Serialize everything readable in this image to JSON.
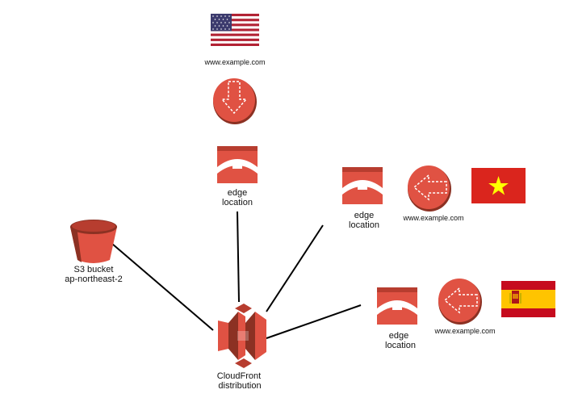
{
  "nodes": {
    "us_flag": {
      "country": "United States"
    },
    "us_site": {
      "label": "www.example.com"
    },
    "edge_top": {
      "label_line1": "edge",
      "label_line2": "location"
    },
    "edge_right_top": {
      "label_line1": "edge",
      "label_line2": "location"
    },
    "edge_right_bottom": {
      "label_line1": "edge",
      "label_line2": "location"
    },
    "vn_site": {
      "label": "www.example.com"
    },
    "vn_flag": {
      "country": "Vietnam"
    },
    "es_site": {
      "label": "www.example.com"
    },
    "es_flag": {
      "country": "Spain"
    },
    "s3": {
      "label_line1": "S3 bucket",
      "label_line2": "ap-northeast-2"
    },
    "cloudfront": {
      "label_line1": "CloudFront",
      "label_line2": "distribution"
    }
  },
  "colors": {
    "aws_red": "#e05243",
    "aws_dark_red": "#8c3123",
    "aws_mid_red": "#b73d2f",
    "connector": "#000000"
  },
  "icons": {
    "edge_location": "edge-location-icon",
    "request_arrow": "request-arrow-icon",
    "s3_bucket": "s3-bucket-icon",
    "cloudfront": "cloudfront-icon"
  }
}
